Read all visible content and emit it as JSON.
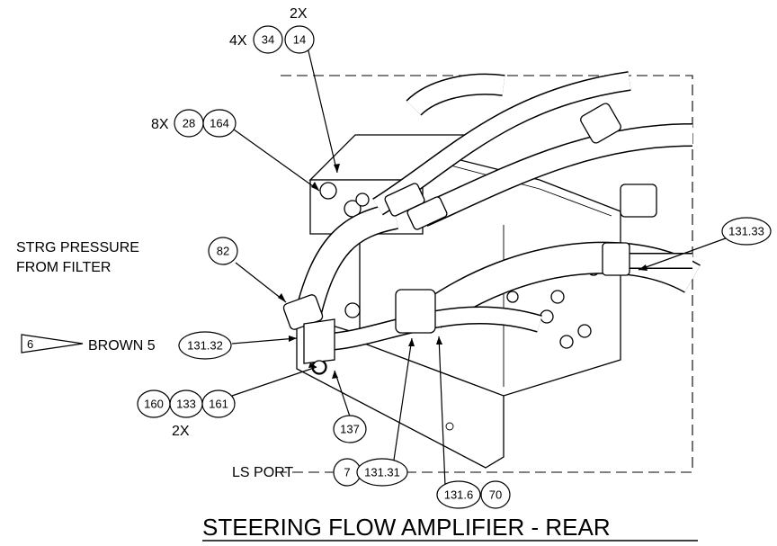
{
  "diagram": {
    "title": "STEERING FLOW AMPLIFIER - REAR",
    "qty_labels": {
      "qty_2x_top": "2X",
      "qty_4x": "4X",
      "qty_8x": "8X",
      "qty_2x_bottom": "2X"
    },
    "text_labels": {
      "strg_line1": "STRG PRESSURE",
      "strg_line2": "FROM FILTER",
      "brown": "BROWN 5",
      "ls_port": "LS PORT"
    },
    "callouts": {
      "c34": "34",
      "c14": "14",
      "c28": "28",
      "c164": "164",
      "c82": "82",
      "c131_33": "131.33",
      "c131_32": "131.32",
      "c160": "160",
      "c133": "133",
      "c161": "161",
      "c137": "137",
      "c7": "7",
      "c131_31": "131.31",
      "c131_6": "131.6",
      "c70": "70"
    },
    "flag_note": "6"
  }
}
